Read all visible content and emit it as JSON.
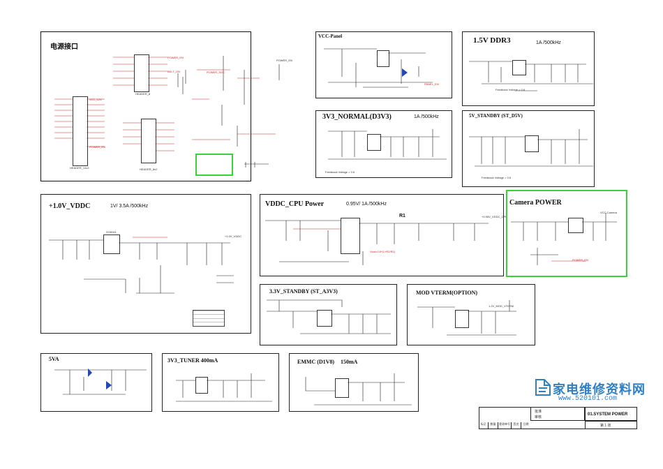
{
  "blocks": {
    "power_interface": "电源接口",
    "vcc_panel": "VCC-Panel",
    "ddr3": "1.5V DDR3",
    "ddr3_spec": "1A /500kHz",
    "d3v3": "3V3_NORMAL(D3V3)",
    "d3v3_spec": "1A /500kHz",
    "d5v": "5V_STANDBY (ST_D5V)",
    "vddc": "+1.0V_VDDC",
    "vddc_spec": "1V/ 3.5A /500kHz",
    "vddc_cpu": "VDDC_CPU Power",
    "vddc_cpu_spec": "0.95V/ 1A /500kHz",
    "camera": "Camera POWER",
    "a3v3": "3.3V_STANDBY (ST_A3V3)",
    "vterm": "MOD VTERM(OPTION)",
    "va5": "5VA",
    "tuner": "3V3_TUNER 400mA",
    "emmc": "EMMC (D1V8)",
    "emmc_spec": "150mA"
  },
  "notes": {
    "feedback_d3v3": "Feedback Voltage = 0.6",
    "feedback_ddr": "Feedback Voltage = 0.6",
    "feedback_d5v": "Feedback Voltage = 0.6",
    "vout_formula": "Vout=0.6*(1+R2/R1)",
    "r1": "R1"
  },
  "title_block": {
    "sheet_title": "01.SYSTEM POWER",
    "row1": "批准",
    "row2": "审核",
    "page": "第 1 张",
    "footer": [
      "标记",
      "数量",
      "更改单号",
      "签名",
      "日期"
    ]
  },
  "watermark": {
    "site_name": "家电维修资料网",
    "url": "www.520101.com"
  }
}
